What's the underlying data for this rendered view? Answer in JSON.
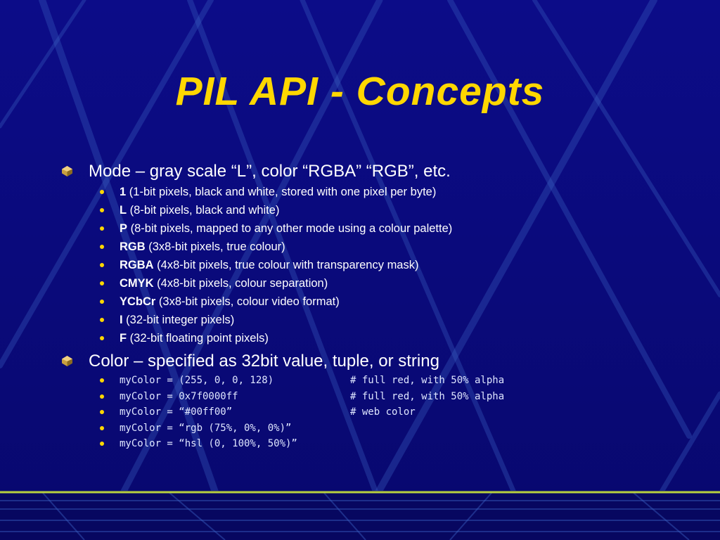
{
  "slide": {
    "title": "PIL API - Concepts",
    "colors": {
      "background": "#0a0a80",
      "title": "#ffd700",
      "text": "#ffffff",
      "bullet": "#ffd700"
    },
    "mode": {
      "heading": "Mode – gray scale “L”, color “RGBA” “RGB”, etc.",
      "items": [
        {
          "term": "1",
          "desc": " (1-bit pixels, black and white, stored with one pixel per byte)"
        },
        {
          "term": "L",
          "desc": " (8-bit pixels, black and white)"
        },
        {
          "term": "P",
          "desc": " (8-bit pixels, mapped to any other mode using a colour palette)"
        },
        {
          "term": "RGB",
          "desc": " (3x8-bit pixels, true colour)"
        },
        {
          "term": "RGBA",
          "desc": " (4x8-bit pixels, true colour with transparency mask)"
        },
        {
          "term": "CMYK",
          "desc": " (4x8-bit pixels, colour separation)"
        },
        {
          "term": "YCbCr",
          "desc": " (3x8-bit pixels, colour video format)"
        },
        {
          "term": "I",
          "desc": " (32-bit integer pixels)"
        },
        {
          "term": "F",
          "desc": " (32-bit floating point pixels)"
        }
      ]
    },
    "color": {
      "heading": "Color – specified as 32bit value, tuple, or string",
      "items": [
        {
          "code": "myColor = (255, 0, 0, 128)",
          "comment": "# full red, with 50% alpha"
        },
        {
          "code": "myColor = 0x7f0000ff",
          "comment": "# full red, with 50% alpha"
        },
        {
          "code": "myColor = “#00ff00”",
          "comment": "# web color"
        },
        {
          "code": "myColor = “rgb (75%, 0%, 0%)”",
          "comment": ""
        },
        {
          "code": "myColor = “hsl (0, 100%, 50%)”",
          "comment": ""
        }
      ]
    }
  }
}
